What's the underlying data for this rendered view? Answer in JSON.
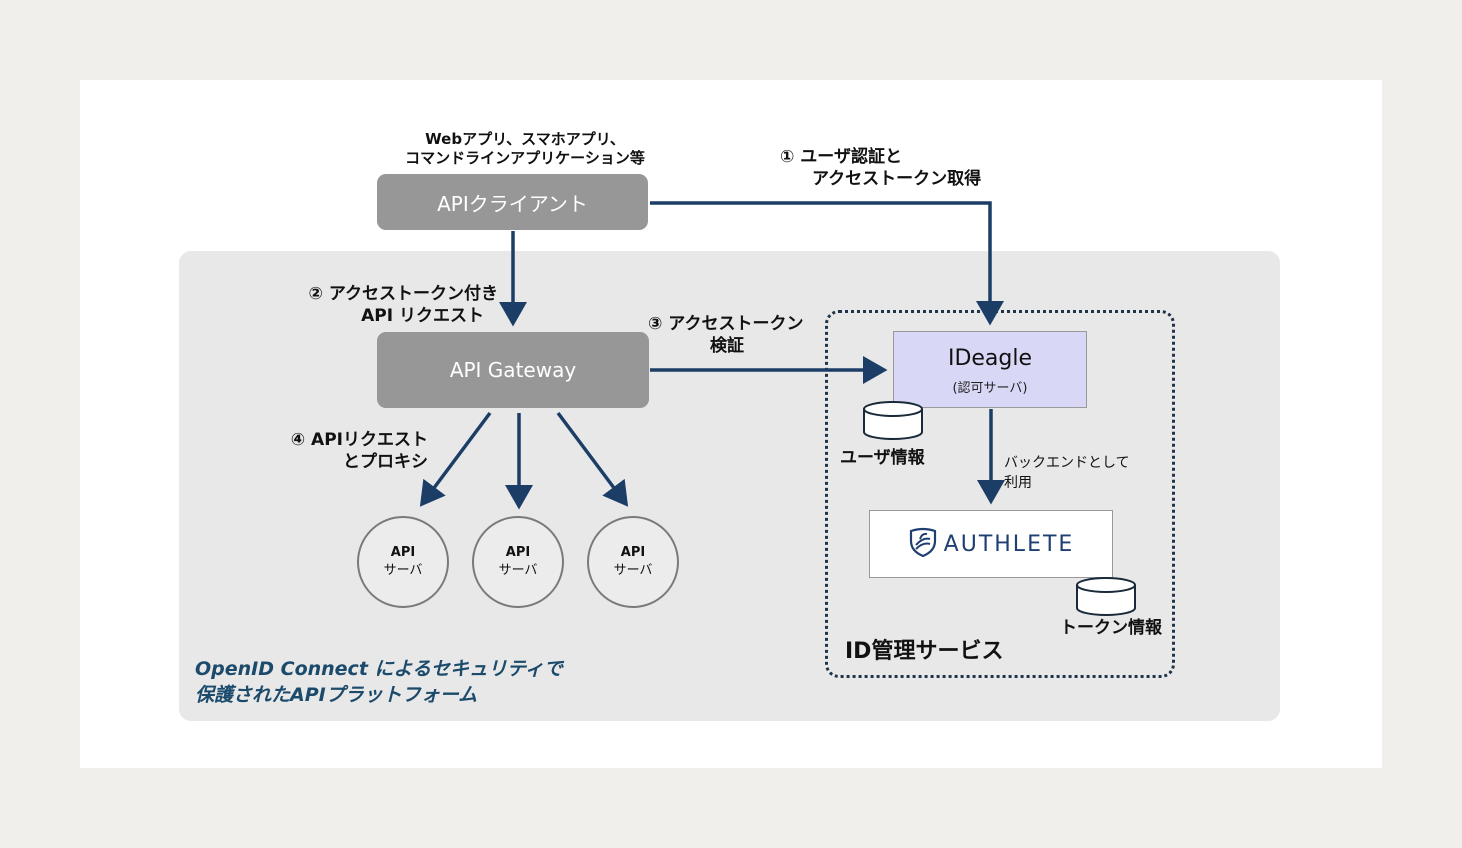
{
  "client_description": {
    "line1": "Webアプリ、スマホアプリ、",
    "line2": "コマンドラインアプリケーション等"
  },
  "nodes": {
    "api_client": "APIクライアント",
    "api_gateway": "API Gateway",
    "ideagle": {
      "name": "IDeagle",
      "subtitle": "(認可サーバ)"
    },
    "authlete": {
      "wordmark": "AUTHLETE"
    },
    "api_servers": [
      {
        "line1": "API",
        "line2": "サーバ"
      },
      {
        "line1": "API",
        "line2": "サーバ"
      },
      {
        "line1": "API",
        "line2": "サーバ"
      }
    ]
  },
  "steps": [
    {
      "line1": "① ユーザ認証と",
      "line2": "アクセストークン取得"
    },
    {
      "line1": "② アクセストークン付き",
      "line2": "API リクエスト"
    },
    {
      "line1": "③ アクセストークン",
      "line2": "検証"
    },
    {
      "line1": "④ APIリクエスト",
      "line2": "とプロキシ"
    }
  ],
  "backend_label": {
    "line1": "バックエンドとして",
    "line2": "利用"
  },
  "databases": {
    "user_info": "ユーザ情報",
    "token_info": "トークン情報"
  },
  "id_service_label": "ID管理サービス",
  "platform_caption": {
    "line1": "OpenID Connect によるセキュリティで",
    "line2": "保護されたAPIプラットフォーム"
  },
  "colors": {
    "arrow": "#1b3d66",
    "node_gray": "#979797",
    "ideagle_fill": "#d8d8f6",
    "platform_bg": "#e8e8e8",
    "caption": "#1b4a6b"
  }
}
